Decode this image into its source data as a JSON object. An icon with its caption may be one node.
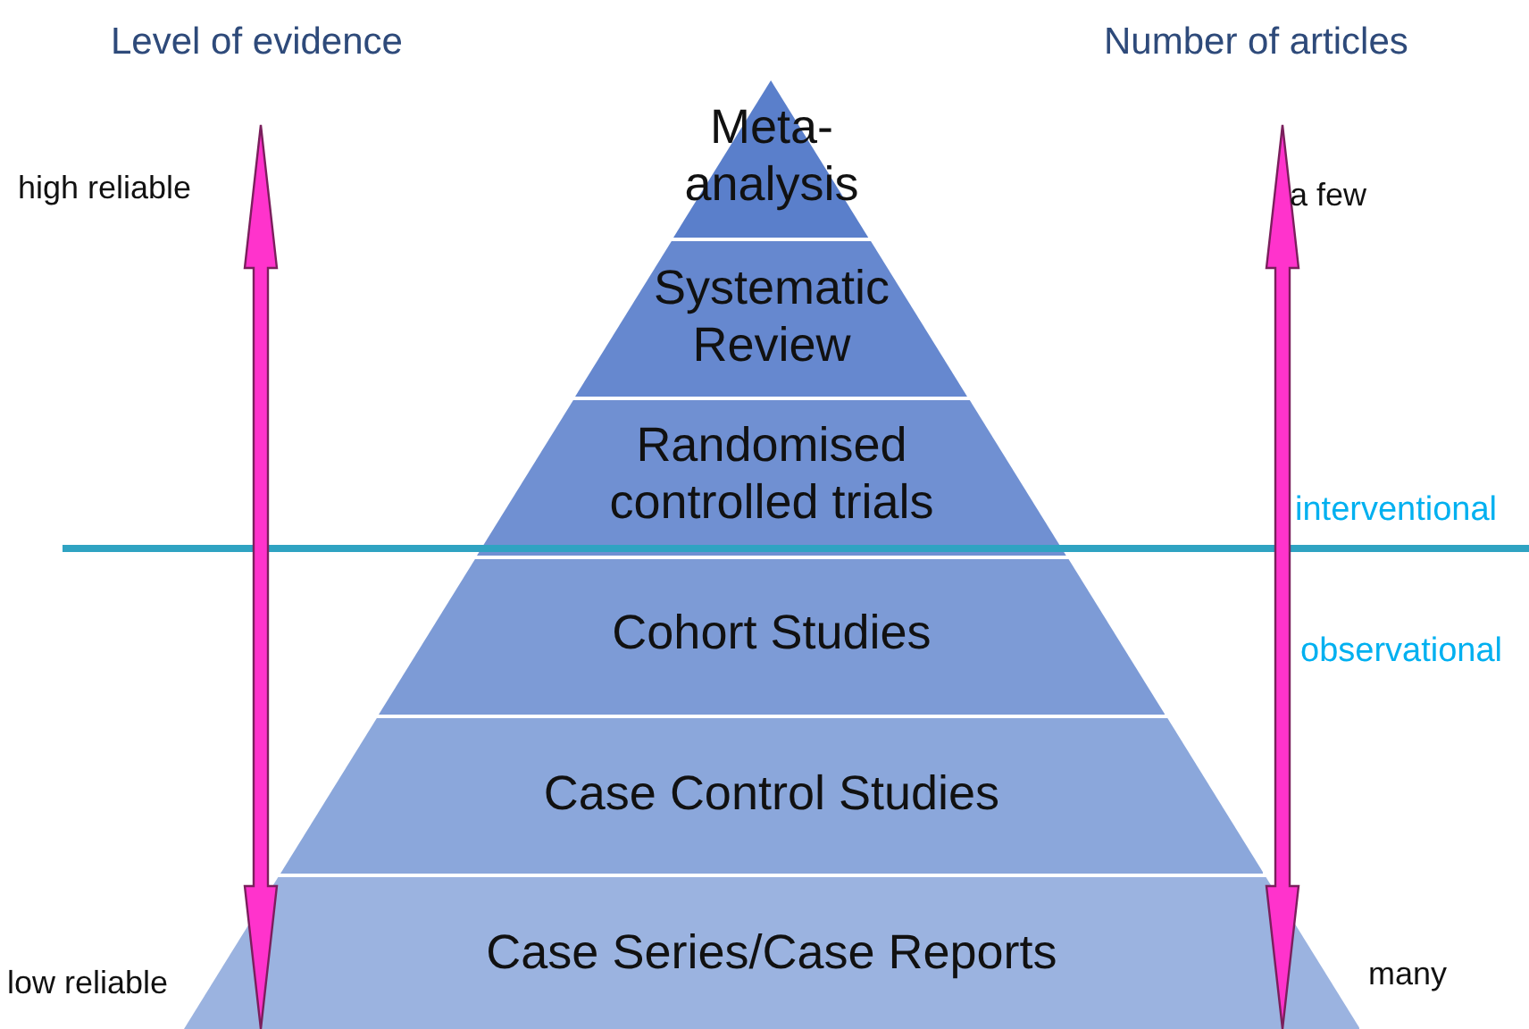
{
  "diagram": {
    "nodes": [
      {
        "text": [
          "Meta-analysis"
        ]
      },
      {
        "text": [
          "Systematic Review"
        ]
      },
      {
        "text": [
          "Randomised controlled trials"
        ]
      },
      {
        "text": [
          "Cohort Studies"
        ]
      },
      {
        "text": [
          "Case Control Studies"
        ]
      },
      {
        "text": [
          "Case Series/Case Reports"
        ]
      }
    ],
    "edges": [],
    "labels": [
      "Level of evidence",
      "Number of articles",
      "high reliable",
      "a few",
      "interventional",
      "observational",
      "low reliable",
      "many"
    ]
  }
}
